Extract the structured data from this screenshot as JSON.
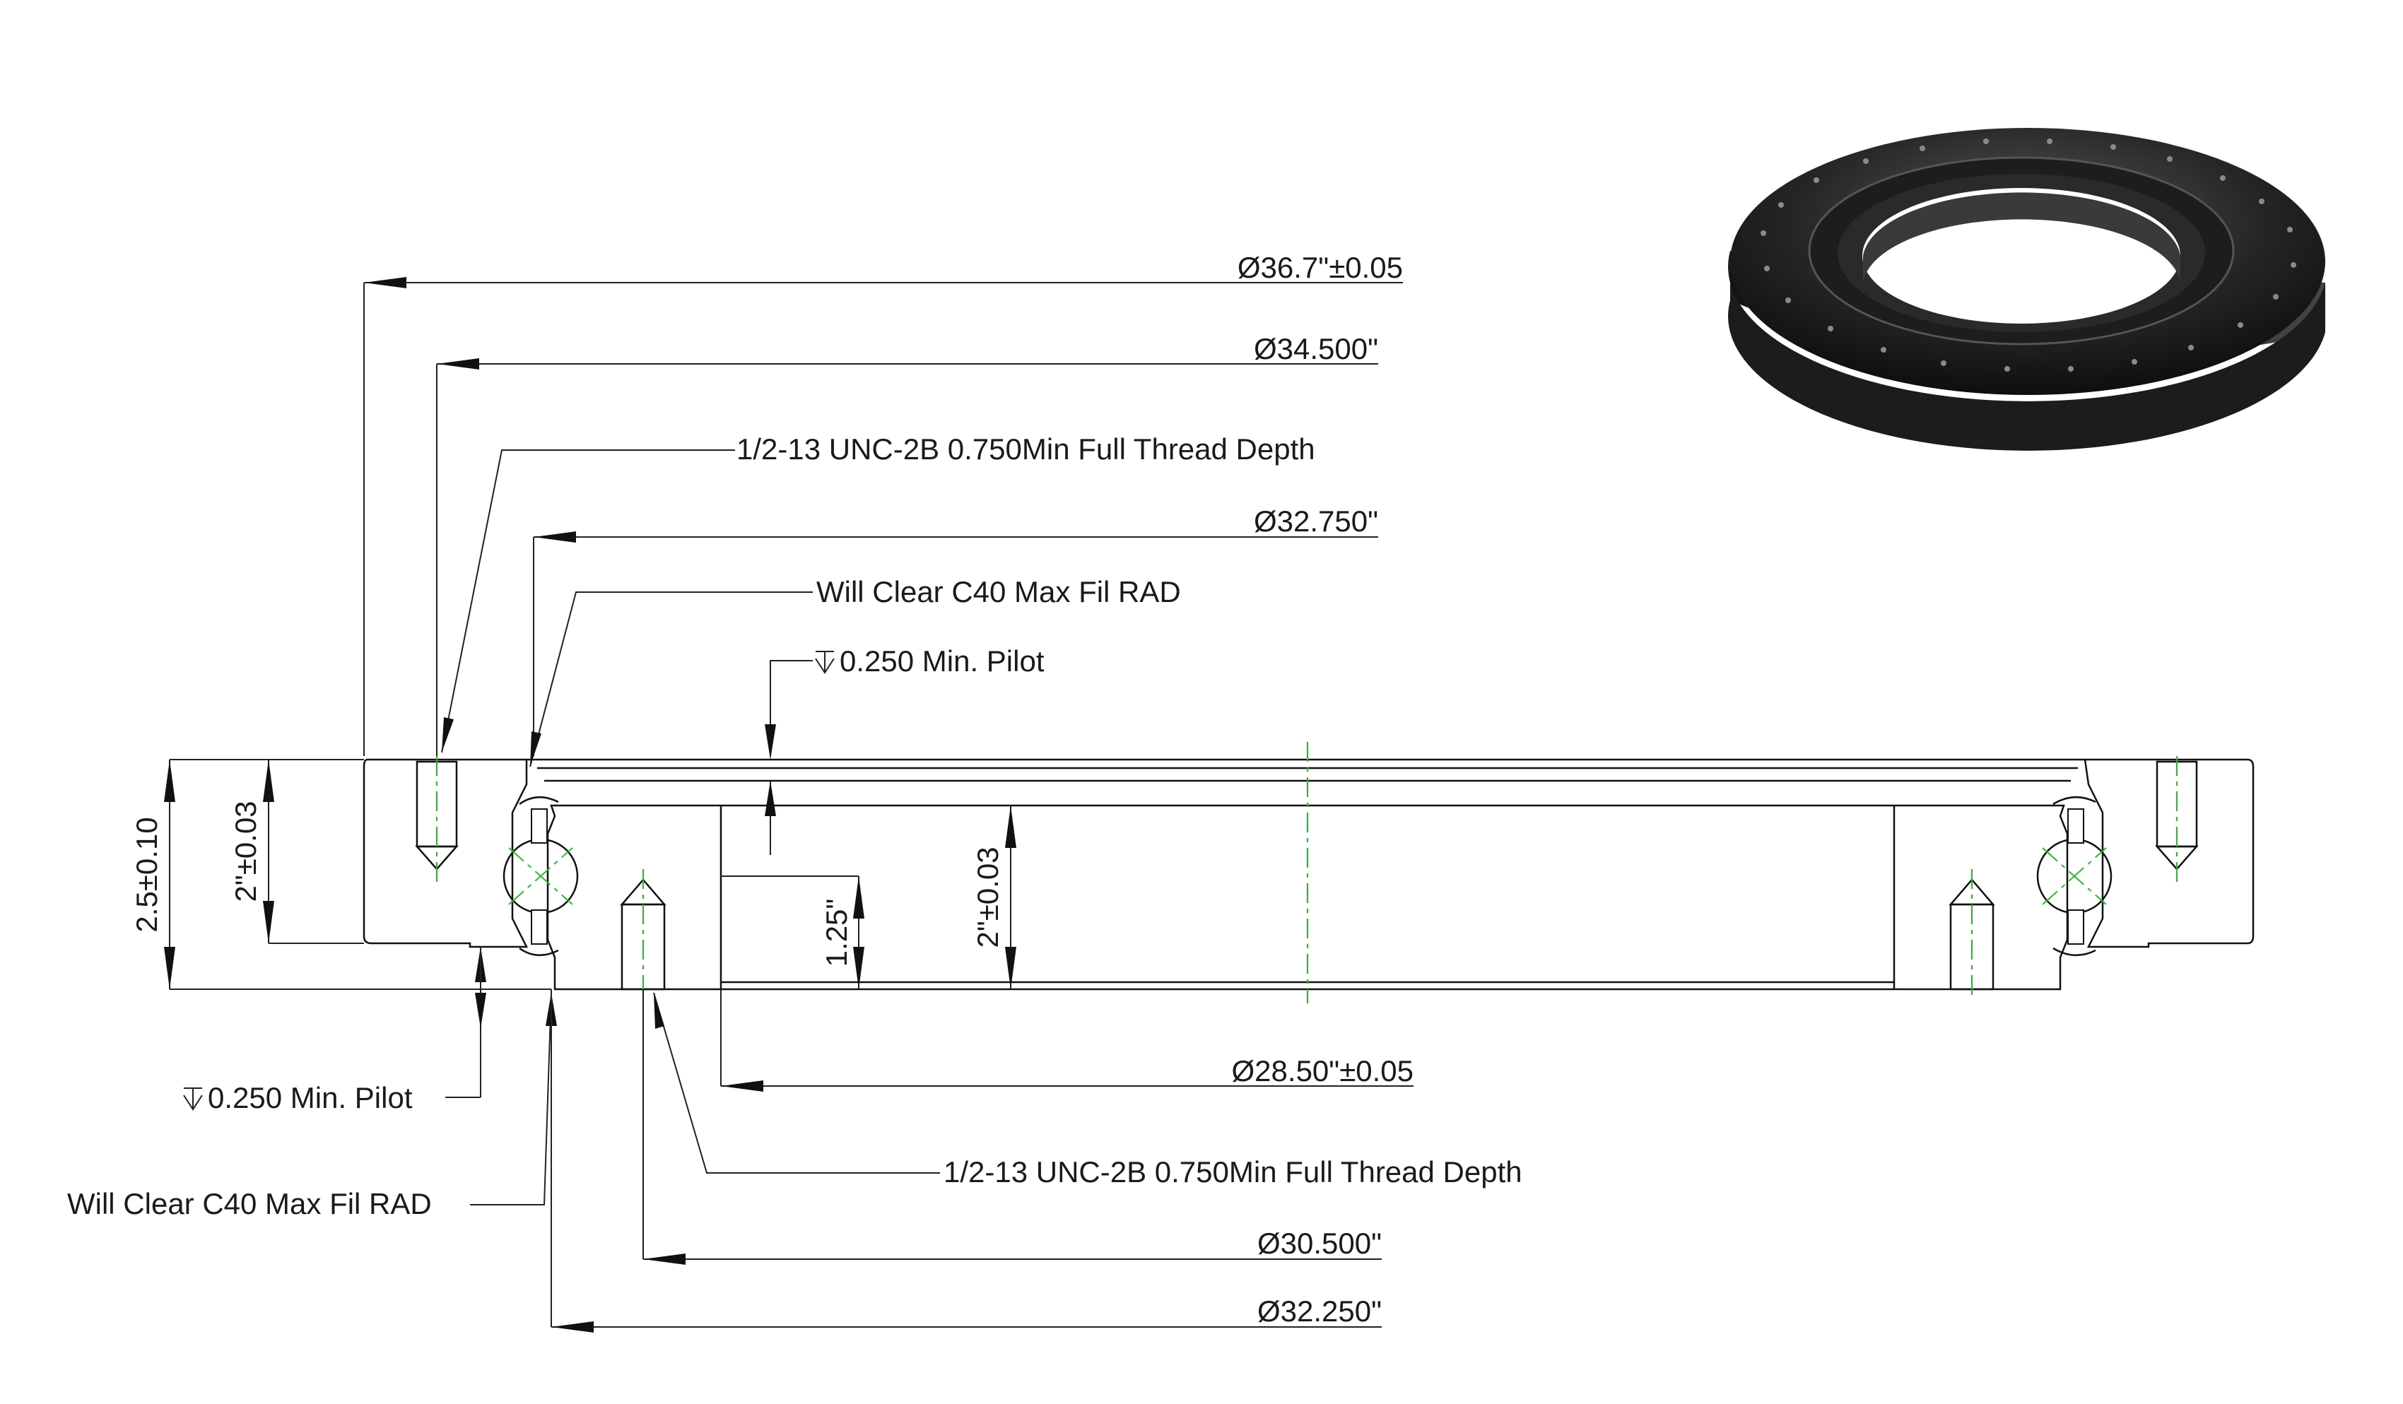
{
  "dimensions": {
    "outer_diameter": "Ø36.7\"±0.05",
    "outer_bolt_circle": "Ø34.500\"",
    "thread_top": "1/2-13 UNC-2B 0.750Min Full Thread Depth",
    "outer_ring_bore": "Ø32.750\"",
    "clear_top": "Will Clear C40 Max Fil RAD",
    "pilot_top": "0.250 Min. Pilot",
    "height_total": "2.5±0.10",
    "height_outer": "2\"±0.03",
    "height_inner": "2\"±0.03",
    "pilot_height": "1.25\"",
    "inner_bore": "Ø28.50\"±0.05",
    "pilot_bottom": "0.250 Min. Pilot",
    "thread_bottom": "1/2-13 UNC-2B 0.750Min Full Thread Depth",
    "clear_bottom": "Will Clear C40 Max Fil RAD",
    "inner_bolt_circle": "Ø30.500\"",
    "inner_ring_od": "Ø32.250\""
  },
  "icons": {
    "depth_symbol": "depth-symbol-icon",
    "render": "bearing-render-icon"
  },
  "colors": {
    "centerline": "#22c022",
    "line": "#111111"
  }
}
